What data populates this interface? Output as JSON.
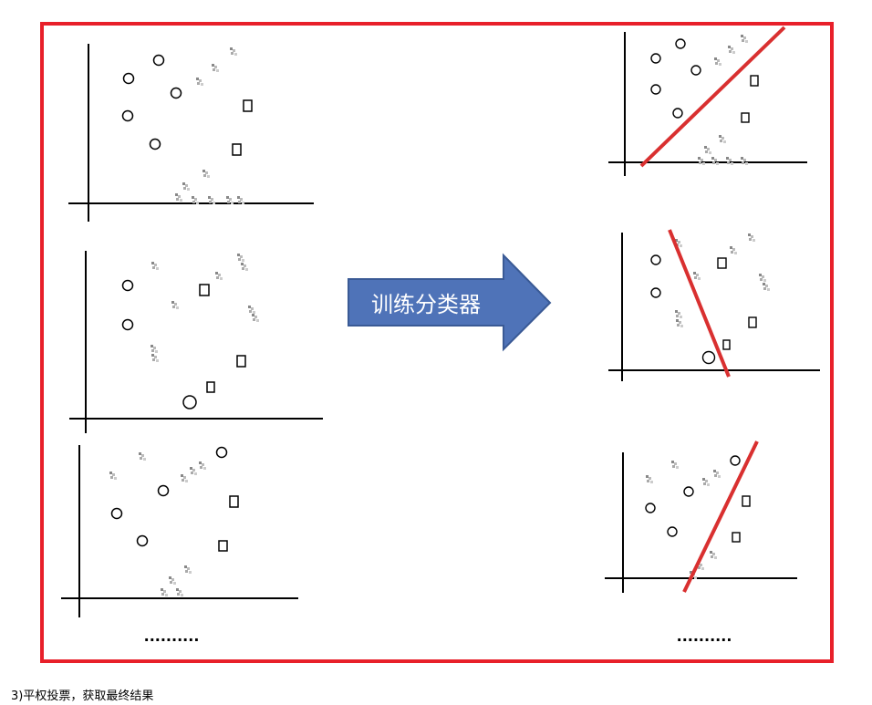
{
  "arrow": {
    "label": "训练分类器",
    "fill": "#4f73b8",
    "stroke": "#3a5a95",
    "text_color": "#ffffff"
  },
  "ellipsis_left": "..........",
  "ellipsis_right": "..........",
  "caption": "3)平权投票，获取最终结果",
  "colors": {
    "frame": "#e8202a",
    "boundary_line": "#d93030",
    "axis": "#000000",
    "noise": "#999999"
  },
  "icons": [
    "circle-marker",
    "square-marker",
    "pixelated-noise-marker",
    "right-arrow"
  ]
}
